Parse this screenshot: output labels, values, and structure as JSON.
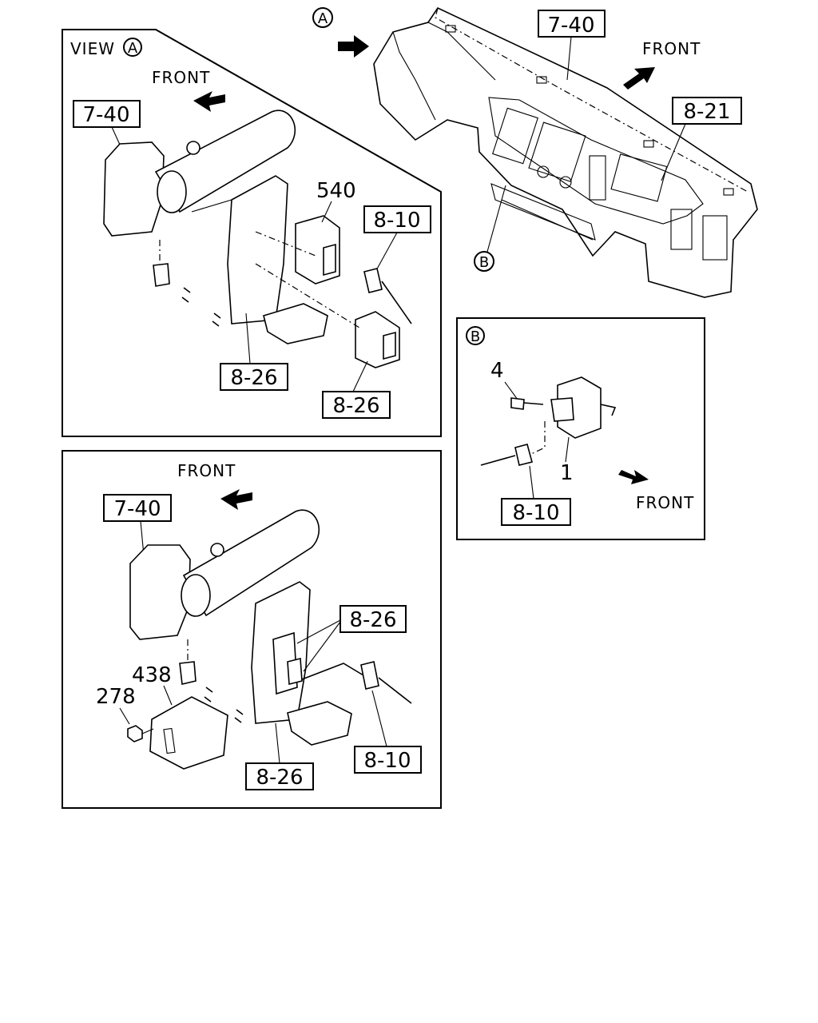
{
  "top_view": {
    "view_marker": "A",
    "part_labels": {
      "upper": "7-40",
      "right": "8-21"
    },
    "front_label": "FRONT",
    "detail_marker": "B"
  },
  "view_a": {
    "title_prefix": "VIEW",
    "title_marker": "A",
    "front_label": "FRONT",
    "labels": {
      "bracket": "7-40",
      "relay_number": "540",
      "connector": "8-10",
      "frame_left": "8-26",
      "frame_right": "8-26"
    }
  },
  "detail_b": {
    "marker": "B",
    "labels": {
      "bolt": "4",
      "relay": "1",
      "connector": "8-10"
    },
    "front_label": "FRONT"
  },
  "lower_view": {
    "front_label": "FRONT",
    "labels": {
      "bracket": "7-40",
      "frame_upper": "8-26",
      "module": "438",
      "nut": "278",
      "frame_lower": "8-26",
      "connector": "8-10"
    }
  }
}
